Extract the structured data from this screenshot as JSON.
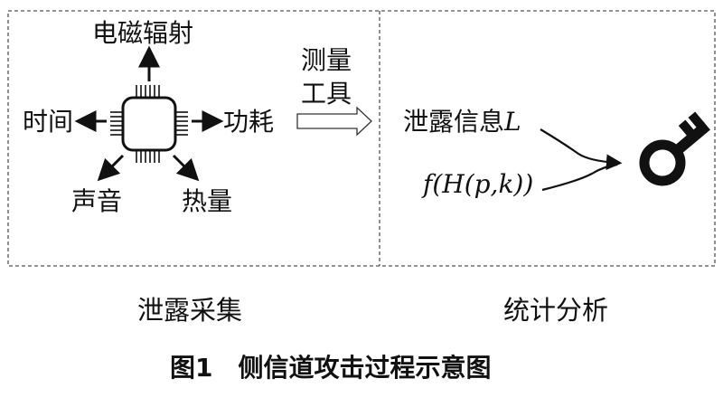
{
  "left_panel": {
    "labels": {
      "top": "电磁辐射",
      "left": "时间",
      "right": "功耗",
      "bottom_left": "声音",
      "bottom_right": "热量"
    },
    "tool": [
      "测量",
      "工具"
    ]
  },
  "right_panel": {
    "leak_prefix": "泄露信息",
    "leak_var": "L",
    "func_text": "f(H(p,k))"
  },
  "captions": {
    "left": "泄露采集",
    "right": "统计分析"
  },
  "figure_title": "图1　侧信道攻击过程示意图"
}
